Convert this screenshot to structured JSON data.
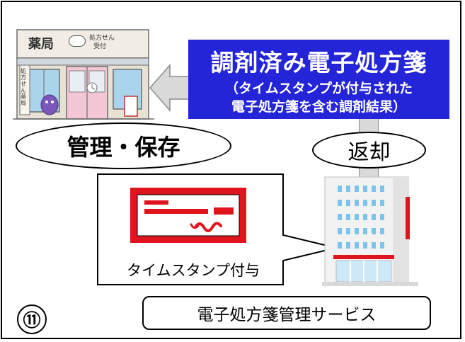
{
  "slide": {
    "title_main": "調剤済み電子処方箋",
    "title_sub_line1": "（タイムスタンプが付与された",
    "title_sub_line2": "電子処方箋を含む調剤結果）",
    "manage_label": "管理・保存",
    "return_label": "返却",
    "timestamp_label": "タイムスタンプ付与",
    "service_label": "電子処方箋管理サービス",
    "step_number": "⑪"
  },
  "pharmacy": {
    "sign": "薬局",
    "reception_line1": "処方せん",
    "reception_line2": "受付",
    "vertical_sign": "処方せん薬局"
  },
  "colors": {
    "title_bg": "#2424d8",
    "title_text": "#ffffff",
    "document_red": "#e0141c",
    "building_glass": "#7ec3e8",
    "arrow_fill": "#d9d9d9",
    "connector": "#8c8c8c"
  }
}
